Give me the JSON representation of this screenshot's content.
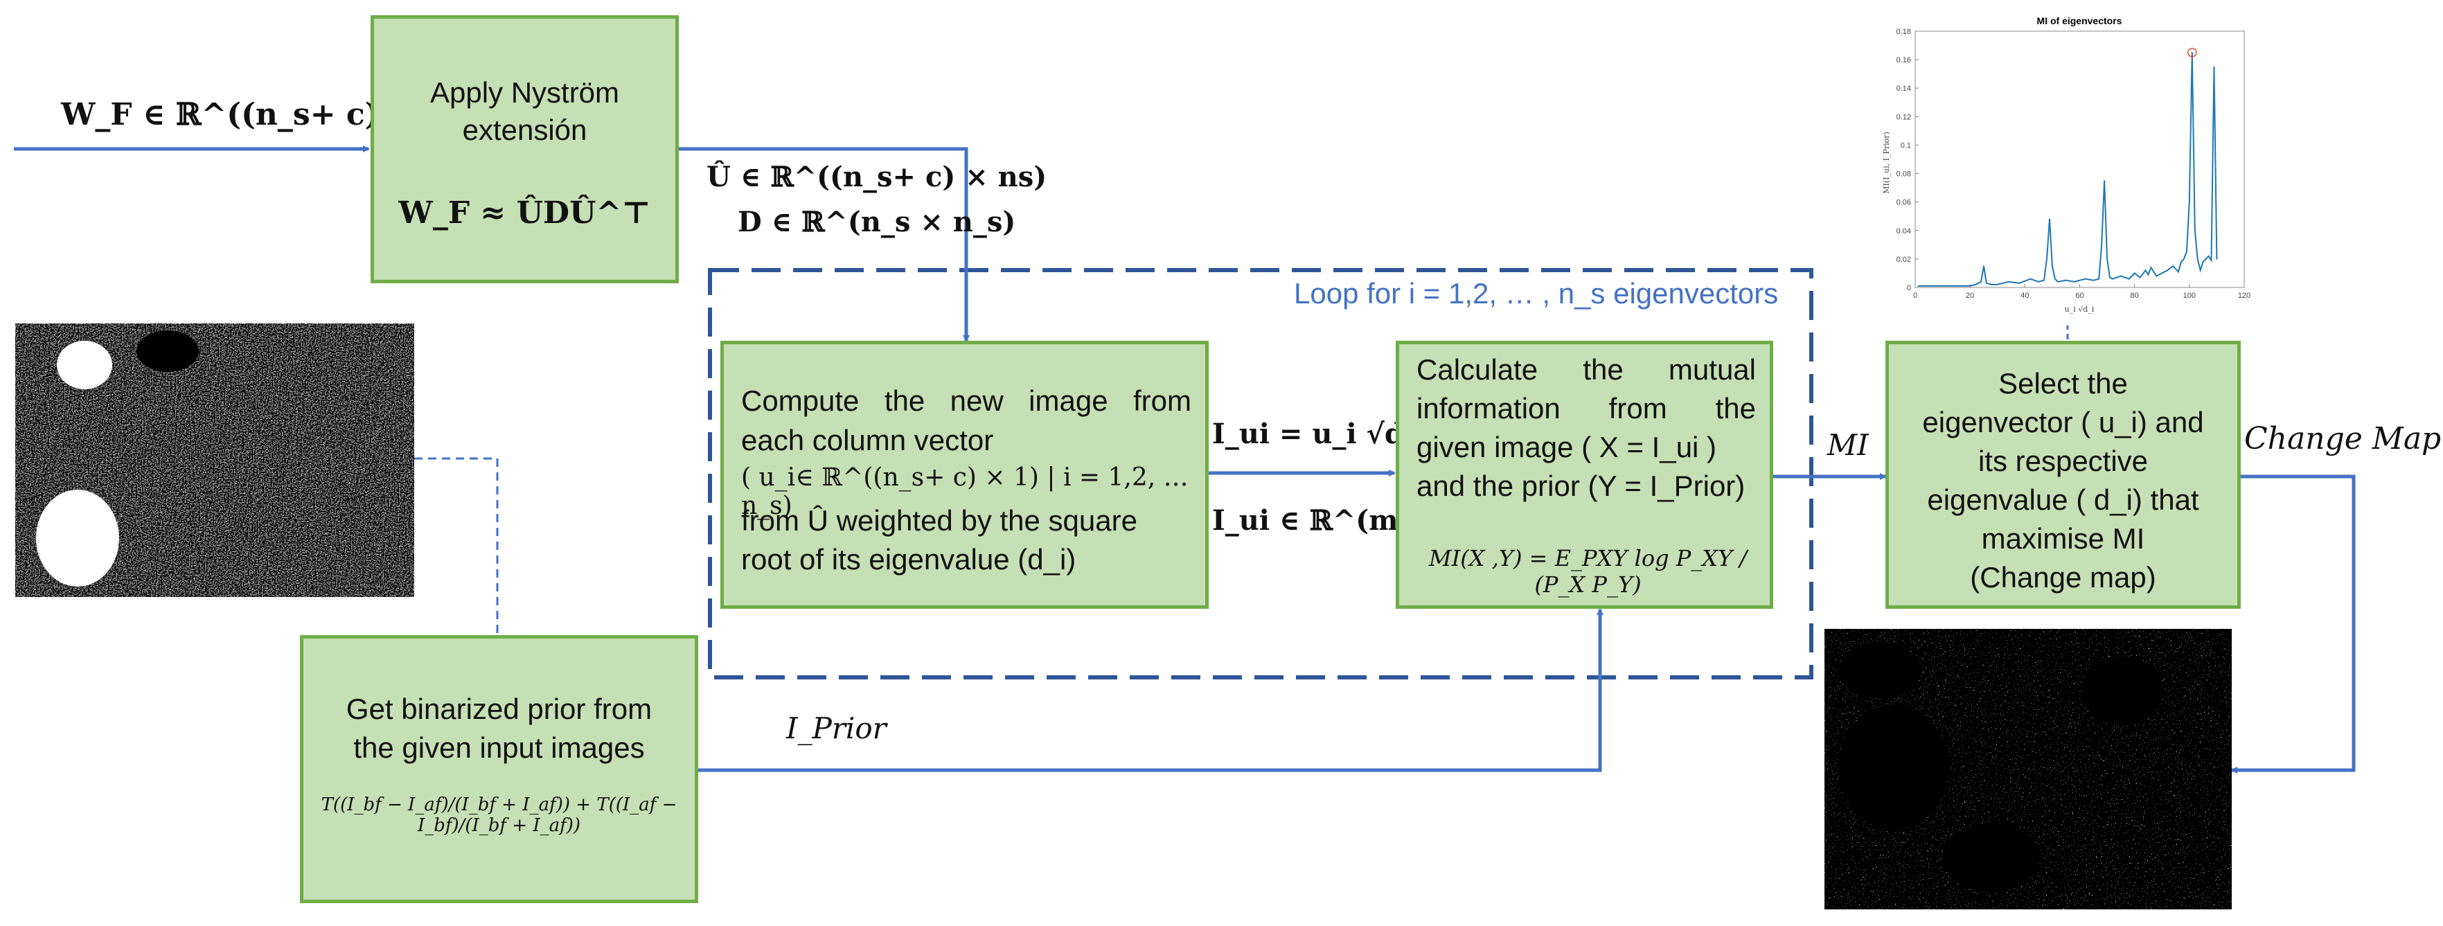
{
  "input_label": "W_F ∈ ℝ^((n_s+ c) × n_s)",
  "nystrom": {
    "title": "Apply Nyström extensión",
    "formula": "W_F ≈ ÛDÛ^⊤"
  },
  "u_hat_label": "Û ∈ ℝ^((n_s+ c) × ns)",
  "d_label": "D ∈ ℝ^(n_s × n_s)",
  "loop_label": "Loop for i = 1,2, … , n_s eigenvectors",
  "compute": {
    "line1": "Compute the new image from",
    "line2": "each column vector",
    "line3": "( u_i∈ ℝ^((n_s+ c) × 1) | i = 1,2, … n_s)",
    "line4": "from Û weighted by the square",
    "line5": "root of its eigenvalue (d_i)"
  },
  "iu_formula": "I_ui = u_i √d_i",
  "iu_space": "I_ui ∈ ℝ^(m × n)",
  "mi_box": {
    "line1": "Calculate the mutual",
    "line2": "information from the",
    "line3": "given image ( X = I_ui )",
    "line4": "and the prior (Y = I_Prior)",
    "formula": "MI(X ,Y) = E_PXY log P_XY / (P_X P_Y)"
  },
  "mi_arrow_label": "MI",
  "select": {
    "line1": "Select the",
    "line2": "eigenvector ( u_i) and",
    "line3": "its respective",
    "line4": "eigenvalue ( d_i) that",
    "line5": "maximise MI",
    "line6": "(Change map)"
  },
  "change_map_label": "Change Map",
  "prior_box": {
    "line1": "Get binarized prior from",
    "line2": "the given input images",
    "formula": "T((I_bf − I_af)/(I_bf + I_af)) + T((I_af − I_bf)/(I_bf + I_af))"
  },
  "prior_arrow_label": "I_Prior",
  "colors": {
    "box_fill": "#c5e0b4",
    "box_border": "#70ad47",
    "arrow": "#4472c4",
    "loop_border": "#2f5597",
    "series": "#1f77b4"
  },
  "chart_data": {
    "type": "line",
    "title": "MI of eigenvectors",
    "xlabel": "u_i √d_i",
    "ylabel": "MI(I_ui, I_Prior)",
    "xlim": [
      0,
      120
    ],
    "ylim": [
      0,
      0.18
    ],
    "xticks": [
      0,
      20,
      40,
      60,
      80,
      100,
      120
    ],
    "yticks": [
      0,
      0.02,
      0.04,
      0.06,
      0.08,
      0.1,
      0.12,
      0.14,
      0.16,
      0.18
    ],
    "x": [
      1,
      5,
      10,
      15,
      20,
      22,
      24,
      25,
      26,
      28,
      30,
      34,
      38,
      42,
      45,
      47,
      48,
      49,
      50,
      51,
      52,
      55,
      58,
      62,
      65,
      67,
      68,
      69,
      70,
      71,
      72,
      75,
      78,
      80,
      82,
      84,
      85,
      86,
      88,
      90,
      92,
      94,
      96,
      97,
      98,
      99,
      100,
      101,
      102,
      103,
      104,
      105,
      106,
      107,
      108,
      109,
      110
    ],
    "values": [
      0.001,
      0.001,
      0.001,
      0.001,
      0.001,
      0.002,
      0.004,
      0.015,
      0.003,
      0.002,
      0.002,
      0.004,
      0.003,
      0.006,
      0.004,
      0.005,
      0.02,
      0.048,
      0.015,
      0.006,
      0.004,
      0.005,
      0.004,
      0.006,
      0.005,
      0.006,
      0.03,
      0.075,
      0.02,
      0.007,
      0.006,
      0.008,
      0.006,
      0.01,
      0.007,
      0.012,
      0.009,
      0.014,
      0.008,
      0.01,
      0.012,
      0.015,
      0.011,
      0.018,
      0.02,
      0.025,
      0.06,
      0.165,
      0.04,
      0.02,
      0.012,
      0.018,
      0.02,
      0.022,
      0.019,
      0.155,
      0.02
    ],
    "max_marker": {
      "x": 101,
      "y": 0.165
    }
  }
}
